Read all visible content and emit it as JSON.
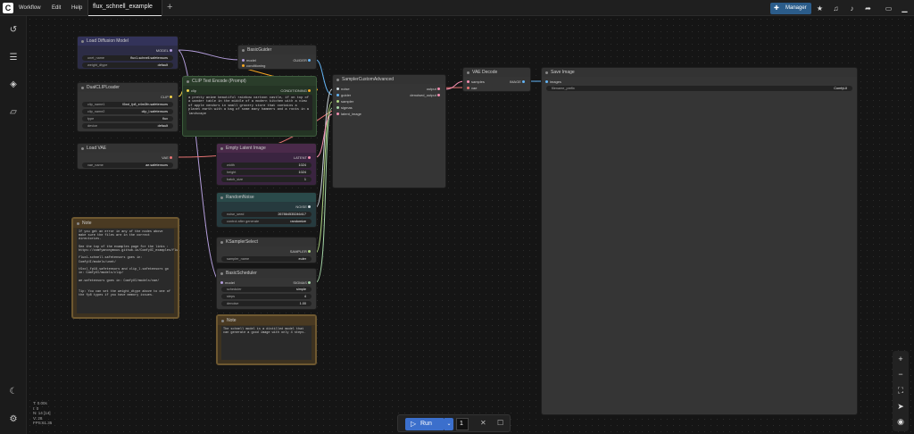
{
  "menu": {
    "workflow": "Workflow",
    "edit": "Edit",
    "help": "Help"
  },
  "tab": {
    "name": "flux_schnell_example",
    "add": "+"
  },
  "toolbar": {
    "manager": "Manager",
    "icons": [
      "star-icon",
      "bell-icon",
      "bell-off-icon",
      "share-icon",
      "panel-icon",
      "minimize-icon"
    ]
  },
  "sidebar": {
    "items": [
      "history-icon",
      "queue-icon",
      "cube-icon",
      "folder-icon"
    ],
    "bottom": [
      "theme-icon",
      "settings-icon"
    ]
  },
  "nodes": {
    "load_diffusion": {
      "title": "Load Diffusion Model",
      "output": "MODEL",
      "unet_name_label": "unet_name",
      "unet_name_value": "flux1-schnell.safetensors",
      "weight_dtype_label": "weight_dtype",
      "weight_dtype_value": "default"
    },
    "dual_clip": {
      "title": "DualCLIPLoader",
      "output": "CLIP",
      "clip1_label": "clip_name1",
      "clip1_value": "t5xxl_fp8_e4m3fn.safetensors",
      "clip2_label": "clip_name2",
      "clip2_value": "clip_l.safetensors",
      "type_label": "type",
      "type_value": "flux",
      "device_label": "device",
      "device_value": "default"
    },
    "load_vae": {
      "title": "Load VAE",
      "output": "VAE",
      "vae_label": "vae_name",
      "vae_value": "ae.safetensors"
    },
    "basic_guider": {
      "title": "BasicGuider",
      "in_model": "model",
      "in_cond": "conditioning",
      "output": "GUIDER"
    },
    "clip_text": {
      "title": "CLIP Text Encode (Prompt)",
      "in_clip": "clip",
      "output": "CONDITIONING",
      "text": "a pretty anime beautiful rainbow cartoon castle, if on top of a wonder table in the middle of a modern kitchen with a view of apple vendors in small grocery store that contains a planet earth with a bag of some many hammers and a rocks in a landscape"
    },
    "empty_latent": {
      "title": "Empty Latent Image",
      "output": "LATENT",
      "width_label": "width",
      "width_value": "1024",
      "height_label": "height",
      "height_value": "1024",
      "batch_label": "batch_size",
      "batch_value": "1"
    },
    "random_noise": {
      "title": "RandomNoise",
      "output": "NOISE",
      "seed_label": "noise_seed",
      "seed_value": "267864535246417",
      "cag_label": "control after generate",
      "cag_value": "randomize"
    },
    "ksampler_select": {
      "title": "KSamplerSelect",
      "output": "SAMPLER",
      "sampler_label": "sampler_name",
      "sampler_value": "euler"
    },
    "basic_scheduler": {
      "title": "BasicScheduler",
      "in_model": "model",
      "output": "SIGMAS",
      "sched_label": "scheduler",
      "sched_value": "simple",
      "steps_label": "steps",
      "steps_value": "4",
      "denoise_label": "denoise",
      "denoise_value": "1.00"
    },
    "sampler_adv": {
      "title": "SamplerCustomAdvanced",
      "in_noise": "noise",
      "in_guider": "guider",
      "in_sampler": "sampler",
      "in_sigmas": "sigmas",
      "in_latent": "latent_image",
      "out_output": "output",
      "out_denoised": "denoised_output"
    },
    "vae_decode": {
      "title": "VAE Decode",
      "in_samples": "samples",
      "in_vae": "vae",
      "output": "IMAGE"
    },
    "save_image": {
      "title": "Save Image",
      "in_images": "images",
      "prefix_label": "filename_prefix",
      "prefix_value": "ComfyUI"
    },
    "note1": {
      "title": "Note",
      "text": "If you get an error in any of the nodes above make sure the files are in the correct directories.\n\nSee the top of the examples page for the links : https://comfyanonymous.github.io/ComfyUI_examples/flux/\n\nflux1-schnell.safetensors goes in: ComfyUI/models/unet/\n\nt5xxl_fp16.safetensors and clip_l.safetensors go in: ComfyUI/models/clip/\n\nae.safetensors goes in: ComfyUI/models/vae/\n\n\nTip: You can set the weight_dtype above to one of the fp8 types if you have memory issues."
    },
    "note2": {
      "title": "Note",
      "text": "The schnell model is a distilled model that can generate a good image with only 4 steps."
    }
  },
  "stats": {
    "line1": "T: 0.00s",
    "line2": "I: 0",
    "line3": "N: 14 [14]",
    "line4": "V: 28",
    "line5": "FPS:61.35"
  },
  "runbar": {
    "run_label": "Run",
    "count": "1"
  },
  "colors": {
    "model_node": "#33335a",
    "clip_text_node": "#2a3d2a",
    "latent_node": "#4a2a4a",
    "noise_node": "#2a4a4a",
    "note_node": "#4a3a22",
    "accent": "#3b6fcc"
  }
}
